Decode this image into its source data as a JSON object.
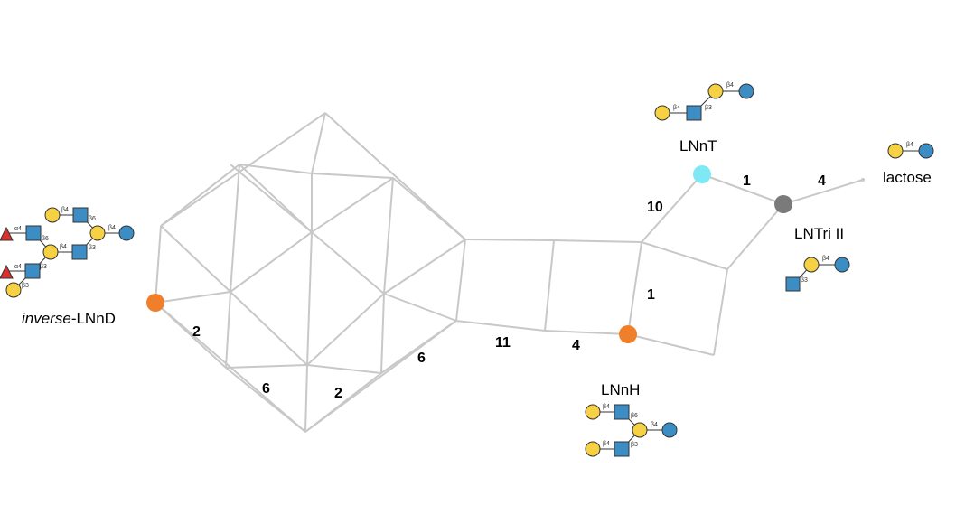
{
  "colors": {
    "orange": "#f07f2b",
    "cyan": "#7ee8f5",
    "gray": "#7a7a7a",
    "edge": "#c8c8c8",
    "gal_yellow": "#f7d144",
    "glc_blue": "#3c8dc4",
    "glcnac_blue": "#3c8dc4",
    "fuc_red": "#d8302f"
  },
  "nodes": {
    "inverse_lnnd": {
      "label_italic": "inverse",
      "label_rest": "-LNnD",
      "color": "orange"
    },
    "lnnh": {
      "label": "LNnH",
      "color": "orange"
    },
    "lnnt": {
      "label": "LNnT",
      "color": "cyan"
    },
    "lntri": {
      "label": "LNTri II",
      "color": "gray"
    },
    "lactose": {
      "label": "lactose"
    }
  },
  "edge_labels": {
    "e1": "2",
    "e2": "6",
    "e3": "2",
    "e4": "6",
    "e5": "11",
    "e6": "4",
    "e7": "1",
    "e8": "10",
    "e9": "1",
    "e10": "4"
  },
  "linkages": {
    "b4": "β4",
    "b3": "β3",
    "b6": "β6",
    "a4": "α4"
  }
}
